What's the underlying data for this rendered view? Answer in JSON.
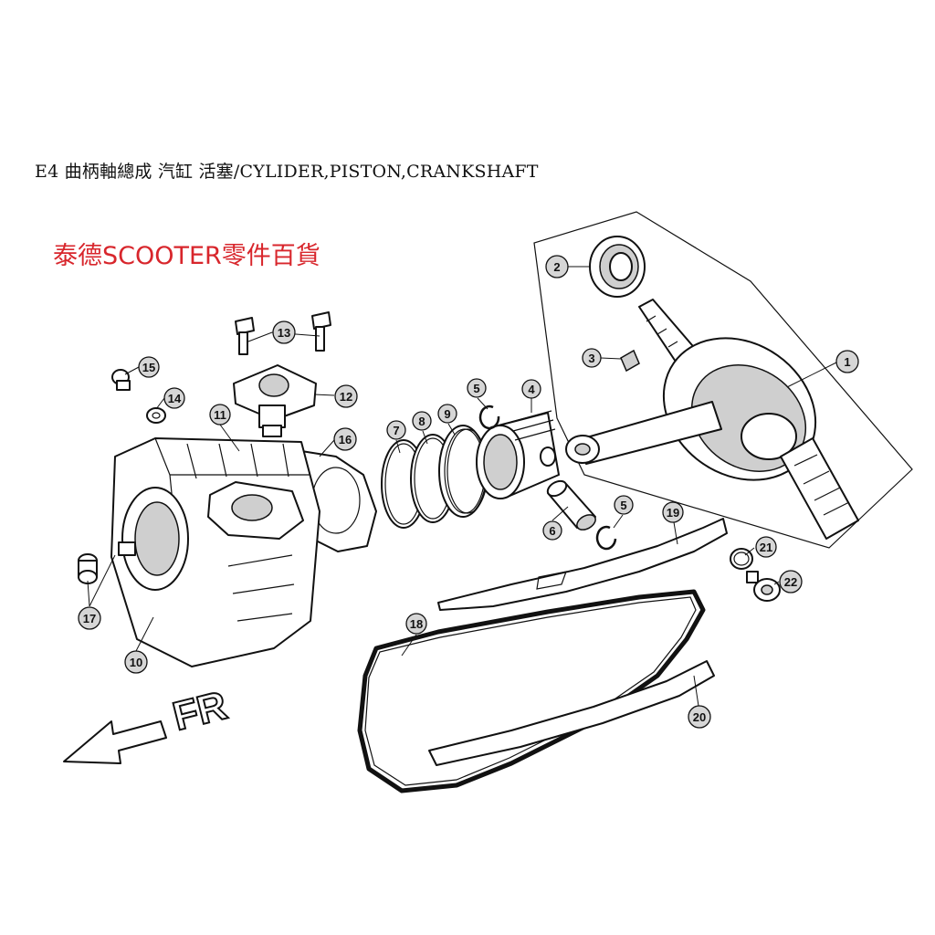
{
  "title": "E4 曲柄軸總成 汽缸 活塞/CYLIDER,PISTON,CRANKSHAFT",
  "shop_name": "泰德SCOOTER零件百貨",
  "direction_label": "FR",
  "callouts": [
    "1",
    "2",
    "3",
    "4",
    "5",
    "5",
    "6",
    "7",
    "8",
    "9",
    "10",
    "11",
    "12",
    "13",
    "14",
    "15",
    "16",
    "17",
    "18",
    "19",
    "20",
    "21",
    "22"
  ]
}
